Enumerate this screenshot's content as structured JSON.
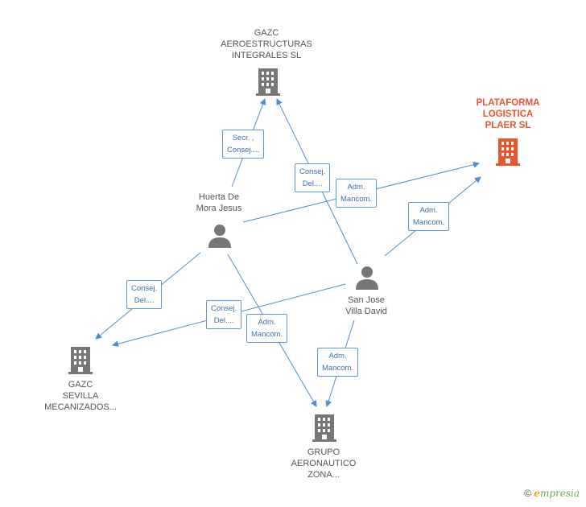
{
  "nodes": {
    "gazc_aero": {
      "lines": [
        "GAZC",
        "AEROESTRUCTURAS",
        "INTEGRALES  SL"
      ],
      "icon": "building-icon",
      "color": "#777777"
    },
    "plataforma": {
      "lines": [
        "PLATAFORMA",
        "LOGISTICA",
        "PLAER SL"
      ],
      "icon": "building-icon",
      "color": "#e8562f"
    },
    "huerta": {
      "lines": [
        "Huerta De",
        "Mora Jesus"
      ],
      "icon": "person-icon",
      "color": "#777777"
    },
    "sanjose": {
      "lines": [
        "San Jose",
        "Villa David"
      ],
      "icon": "person-icon",
      "color": "#777777"
    },
    "gazc_sevilla": {
      "lines": [
        "GAZC",
        "SEVILLA",
        "MECANIZADOS..."
      ],
      "icon": "building-icon",
      "color": "#777777"
    },
    "grupo": {
      "lines": [
        "GRUPO",
        "AERONAUTICO",
        "ZONA..."
      ],
      "icon": "building-icon",
      "color": "#777777"
    }
  },
  "edges": [
    {
      "from": "huerta",
      "to": "gazc_aero",
      "lines": [
        "Secr. ,",
        "Consej...."
      ]
    },
    {
      "from": "sanjose",
      "to": "gazc_aero",
      "lines": [
        "Consej.",
        "Del...."
      ]
    },
    {
      "from": "huerta",
      "to": "plataforma",
      "lines": [
        "Adm.",
        "Mancom."
      ]
    },
    {
      "from": "sanjose",
      "to": "plataforma",
      "lines": [
        "Adm.",
        "Mancom."
      ]
    },
    {
      "from": "huerta",
      "to": "gazc_sevilla",
      "lines": [
        "Consej.",
        "Del...."
      ]
    },
    {
      "from": "sanjose",
      "to": "gazc_sevilla",
      "lines": [
        "Consej.",
        "Del...."
      ]
    },
    {
      "from": "huerta",
      "to": "grupo",
      "lines": [
        "Adm.",
        "Mancom."
      ]
    },
    {
      "from": "sanjose",
      "to": "grupo",
      "lines": [
        "Adm.",
        "Mancom."
      ]
    }
  ],
  "footer": {
    "copyright": "©",
    "brand_initial": "e",
    "brand_rest": "mpresia"
  },
  "colors": {
    "edge": "#4a90d9",
    "label_border": "#5b9bd5",
    "focus": "#e8562f",
    "node": "#777777"
  }
}
